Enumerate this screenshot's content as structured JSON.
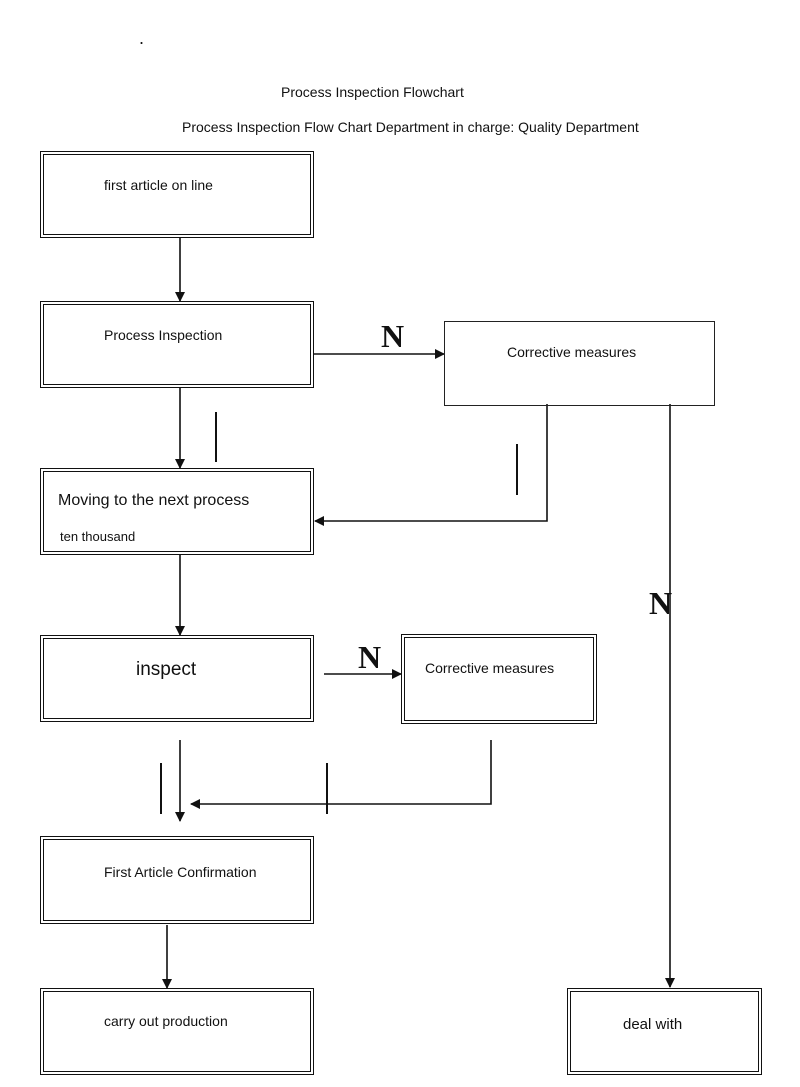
{
  "dot": ".",
  "title": "Process Inspection Flowchart",
  "subtitle": "Process Inspection Flow Chart Department in charge: Quality Department",
  "nodes": {
    "first_article": "first article on line",
    "process_inspection": "Process Inspection",
    "corrective_1": "Corrective measures",
    "moving_next_line1": "Moving to the next process",
    "moving_next_line2": "ten thousand",
    "inspect": "inspect",
    "corrective_2": "Corrective measures",
    "first_article_confirmation": "First Article Confirmation",
    "carry_out_production": "carry out production",
    "deal_with": "deal with"
  },
  "marks": {
    "n1": "N",
    "n2": "N",
    "n3": "N"
  },
  "colors": {
    "line": "#111111",
    "background": "#ffffff"
  }
}
